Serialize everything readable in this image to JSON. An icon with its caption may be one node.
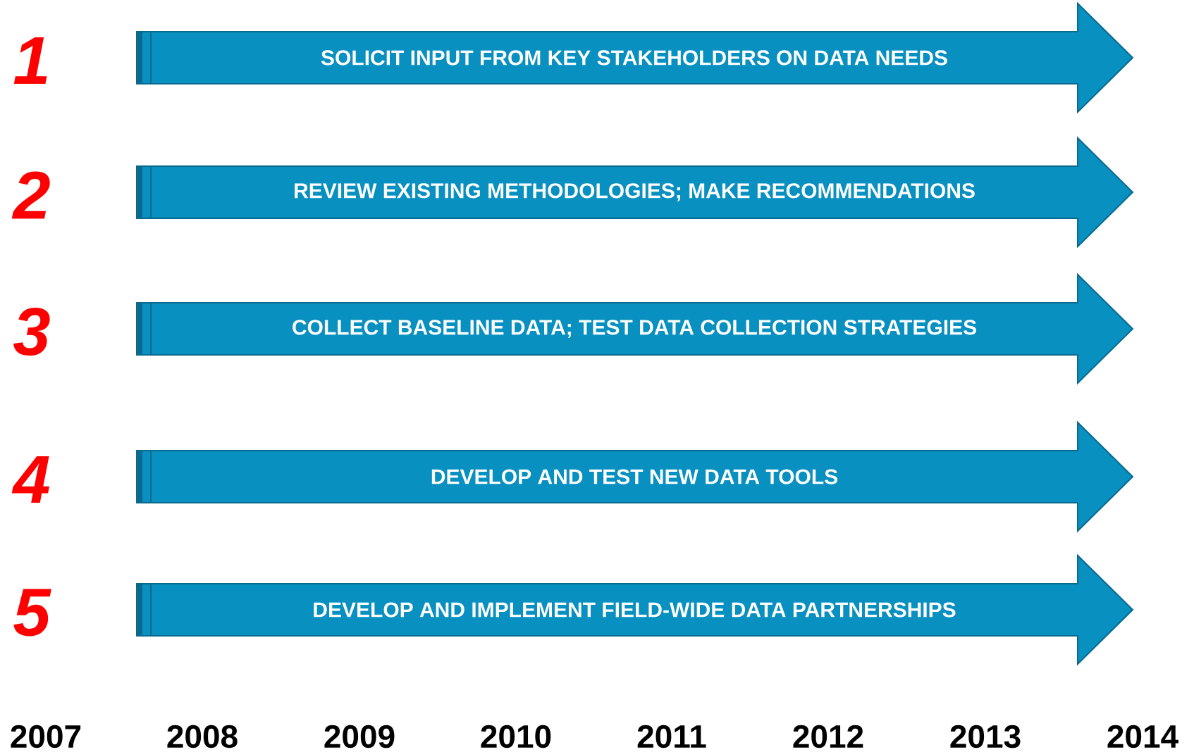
{
  "diagram": {
    "nodes": [
      {
        "text": [
          "SOLICIT INPUT FROM KEY STAKEHOLDERS ON DATA NEEDS"
        ],
        "beside": [
          "1"
        ]
      },
      {
        "text": [
          "REVIEW EXISTING METHODOLOGIES; MAKE RECOMMENDATIONS"
        ],
        "beside": [
          "2"
        ]
      },
      {
        "text": [
          "COLLECT BASELINE DATA; TEST DATA COLLECTION STRATEGIES"
        ],
        "beside": [
          "3"
        ]
      },
      {
        "text": [
          "DEVELOP AND TEST NEW DATA TOOLS"
        ],
        "beside": [
          "4"
        ]
      },
      {
        "text": [
          "DEVELOP AND IMPLEMENT FIELD-WIDE DATA PARTNERSHIPS"
        ],
        "beside": [
          "5"
        ]
      }
    ],
    "labels": [
      "2007",
      "2008",
      "2009",
      "2010",
      "2011",
      "2012",
      "2013",
      "2014"
    ]
  }
}
